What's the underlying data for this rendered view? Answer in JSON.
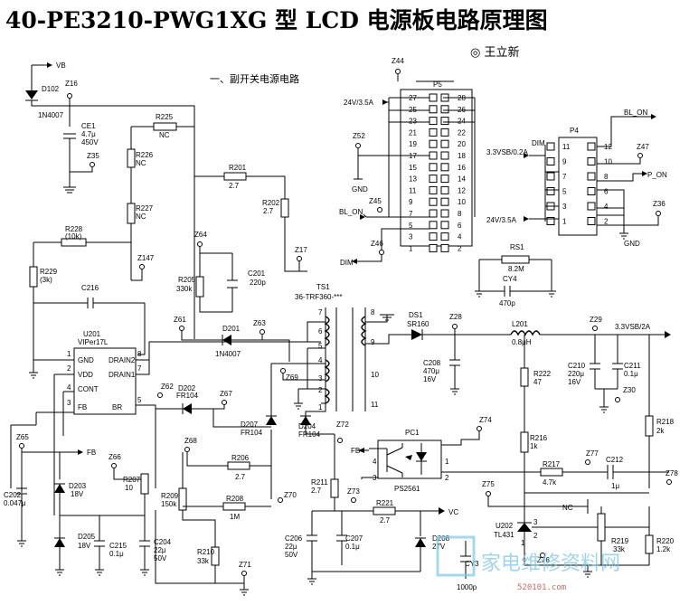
{
  "title": "40-PE3210-PWG1XG 型 LCD 电源板电路原理图",
  "author": "◎ 王立新",
  "section_title": "一、副开关电源电路",
  "watermark": "家电维修资料网",
  "watermark_url": "520101.com",
  "labels": {
    "vb": "VB",
    "z16": "Z16",
    "d102": "D102",
    "d102_part": "1N4007",
    "ce1": "CE1",
    "ce1_val1": "4.7μ",
    "ce1_val2": "450V",
    "z35": "Z35",
    "r225": "R225",
    "r225_val": "NC",
    "r226": "R226",
    "r226_val": "NC",
    "r227": "R227",
    "r227_val": "NC",
    "r228": "R228",
    "r228_val": "(10k)",
    "r229": "R229",
    "r229_val": "(3k)",
    "z147": "Z147",
    "c216": "C216",
    "r201": "R201",
    "r201_val": "2.7",
    "r202": "R202",
    "r202_val": "2.7",
    "z64": "Z64",
    "r205": "R205",
    "r205_val": "330k",
    "c201": "C201",
    "c201_val": "220p",
    "z17": "Z17",
    "z61": "Z61",
    "d201": "D201",
    "d201_part": "1N4007",
    "z63": "Z63",
    "u201": "U201",
    "u201_part": "VIPer17L",
    "u201_gnd": "GND",
    "u201_vdd": "VDD",
    "u201_cont": "CONT",
    "u201_fb": "FB",
    "u201_drain2": "DRAIN2",
    "u201_drain1": "DRAIN1",
    "u201_br": "BR",
    "u201_p1": "1",
    "u201_p2": "2",
    "u201_p4": "4",
    "u201_p3": "3",
    "u201_p8": "8",
    "u201_p7": "7",
    "u201_p5": "5",
    "z62": "Z62",
    "d202": "D202",
    "d202_part": "FR104",
    "z67": "Z67",
    "z68": "Z68",
    "r206": "R206",
    "r206_val": "2.7",
    "d207": "D207",
    "d207_part": "FR104",
    "z69": "Z69",
    "d204": "D204",
    "d204_part": "FR104",
    "z72": "Z72",
    "z65": "Z65",
    "fb": "FB",
    "z66": "Z66",
    "r207": "R207",
    "r207_val": "10",
    "c202": "C202",
    "c202_val": "0.047μ",
    "d203": "D203",
    "d203_val": "18V",
    "r209": "R209",
    "r209_val": "150k",
    "r208": "R208",
    "r208_val": "1M",
    "z70": "Z70",
    "d205": "D205",
    "d205_val": "18V",
    "c215": "C215",
    "c215_val": "0.1μ",
    "c204": "C204",
    "c204_val1": "22μ",
    "c204_val2": "50V",
    "r210": "R210",
    "r210_val": "33k",
    "z71": "Z71",
    "ts1": "TS1",
    "ts1_part": "36-TRF360-***",
    "ts1_p7": "7",
    "ts1_p6": "6",
    "ts1_p5": "5",
    "ts1_p4": "4",
    "ts1_p3": "3",
    "ts1_p2": "2",
    "ts1_p1": "1",
    "ts1_p8": "8",
    "ts1_p9": "9",
    "ts1_p10": "10",
    "ts1_p11": "11",
    "ds1": "DS1",
    "ds1_part": "SR160",
    "z28": "Z28",
    "l201": "L201",
    "l201_val": "0.8μH",
    "z29": "Z29",
    "out_33": "3.3VSB/2A",
    "c208": "C208",
    "c208_val1": "470μ",
    "c208_val2": "16V",
    "r222": "R222",
    "r222_val": "47",
    "c210": "C210",
    "c210_val1": "220μ",
    "c210_val2": "16V",
    "c211": "C211",
    "c211_val": "0.1μ",
    "z30": "Z30",
    "r218": "R218",
    "r218_val": "2k",
    "z74": "Z74",
    "pc1": "PC1",
    "pc1_part": "PS2561",
    "r216": "R216",
    "r216_val": "1k",
    "z77": "Z77",
    "r217": "R217",
    "r217_val": "4.7k",
    "c212": "C212",
    "c212_val": "1μ",
    "z78": "Z78",
    "z75": "Z75",
    "nc": "NC",
    "r211": "R211",
    "r211_val": "2.7",
    "z73": "Z73",
    "r221": "R221",
    "r221_val": "2.7",
    "vc": "VC",
    "c206": "C206",
    "c206_val1": "22μ",
    "c206_val2": "50V",
    "c207": "C207",
    "c207_val": "0.1μ",
    "d208": "D208",
    "d208_val": "27V",
    "cy3": "CY3",
    "cy3_val": "1000p",
    "u202": "U202",
    "u202_part": "TL431",
    "z76": "Z76",
    "r219": "R219",
    "r219_val": "33k",
    "r220": "R220",
    "r220_val": "1.2k",
    "z44": "Z44",
    "p5": "P5",
    "p5_24v": "24V/3.5A",
    "z52": "Z52",
    "gnd": "GND",
    "z45": "Z45",
    "bl_on": "BL_ON",
    "z46": "Z46",
    "dim": "DIM",
    "p4": "P4",
    "bl_on2": "BL_ON",
    "p4_dim": "DIM",
    "p4_33": "3.3VSB/0.2A",
    "z47": "Z47",
    "p_on": "P_ON",
    "z36": "Z36",
    "p4_24v": "24V/3.5A",
    "p4_gnd": "GND",
    "rs1": "RS1",
    "rs1_val": "8.2M",
    "cy4": "CY4",
    "cy4_val": "470p"
  },
  "p5_left_pins": [
    "27",
    "25",
    "23",
    "21",
    "19",
    "17",
    "15",
    "13",
    "11",
    "9",
    "7",
    "5",
    "3",
    "1"
  ],
  "p5_right_pins": [
    "28",
    "26",
    "24",
    "22",
    "20",
    "18",
    "16",
    "14",
    "12",
    "10",
    "8",
    "6",
    "4",
    "2"
  ],
  "p4_left_pins": [
    "11",
    "9",
    "7",
    "5",
    "3",
    "1"
  ],
  "p4_right_pins": [
    "12",
    "10",
    "8",
    "6",
    "4",
    "2"
  ]
}
